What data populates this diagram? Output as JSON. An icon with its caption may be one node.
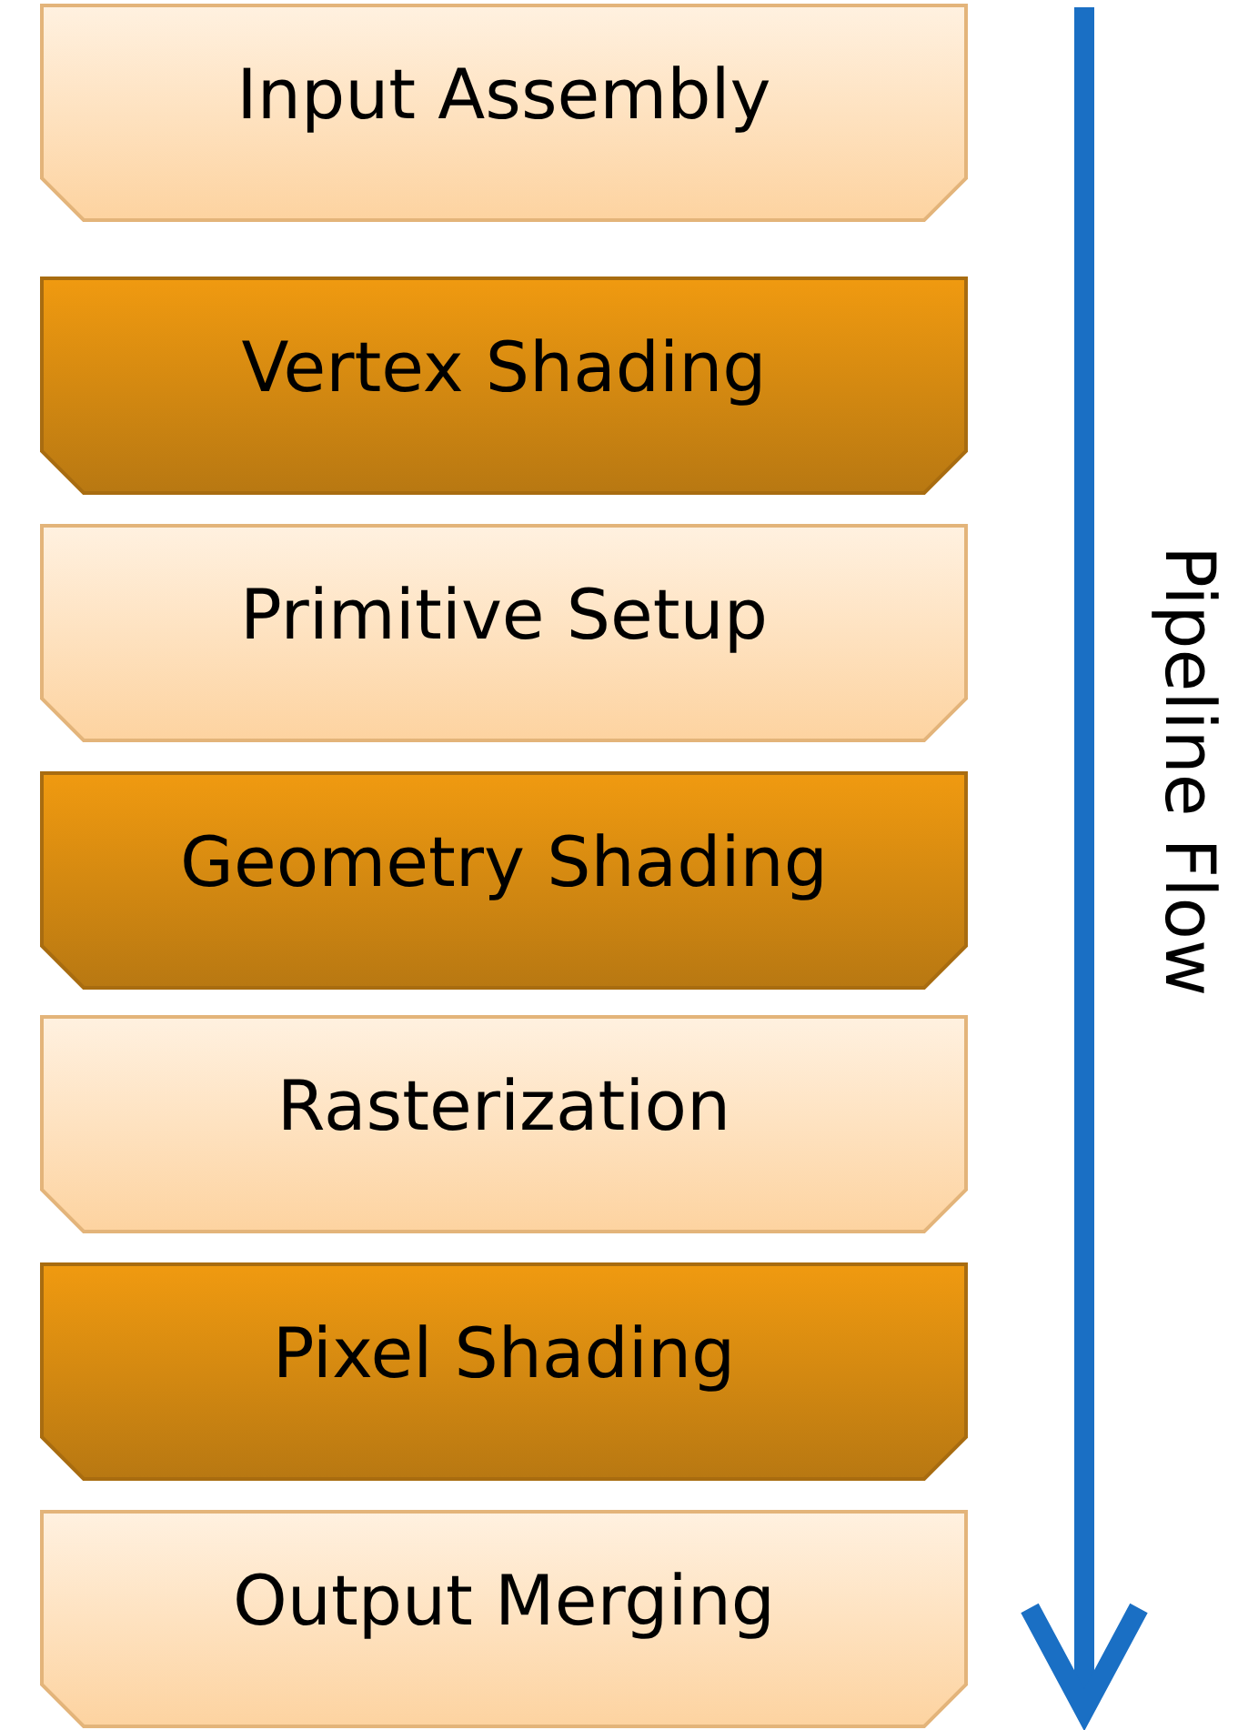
{
  "diagram": {
    "nodes": [
      {
        "text": [
          "Input Assembly"
        ]
      },
      {
        "text": [
          "Vertex Shading"
        ]
      },
      {
        "text": [
          "Primitive Setup"
        ]
      },
      {
        "text": [
          "Geometry Shading"
        ]
      },
      {
        "text": [
          "Rasterization"
        ]
      },
      {
        "text": [
          "Pixel Shading"
        ]
      },
      {
        "text": [
          "Output Merging"
        ]
      }
    ],
    "edges": [],
    "labels": [
      "Pipeline Flow"
    ]
  }
}
